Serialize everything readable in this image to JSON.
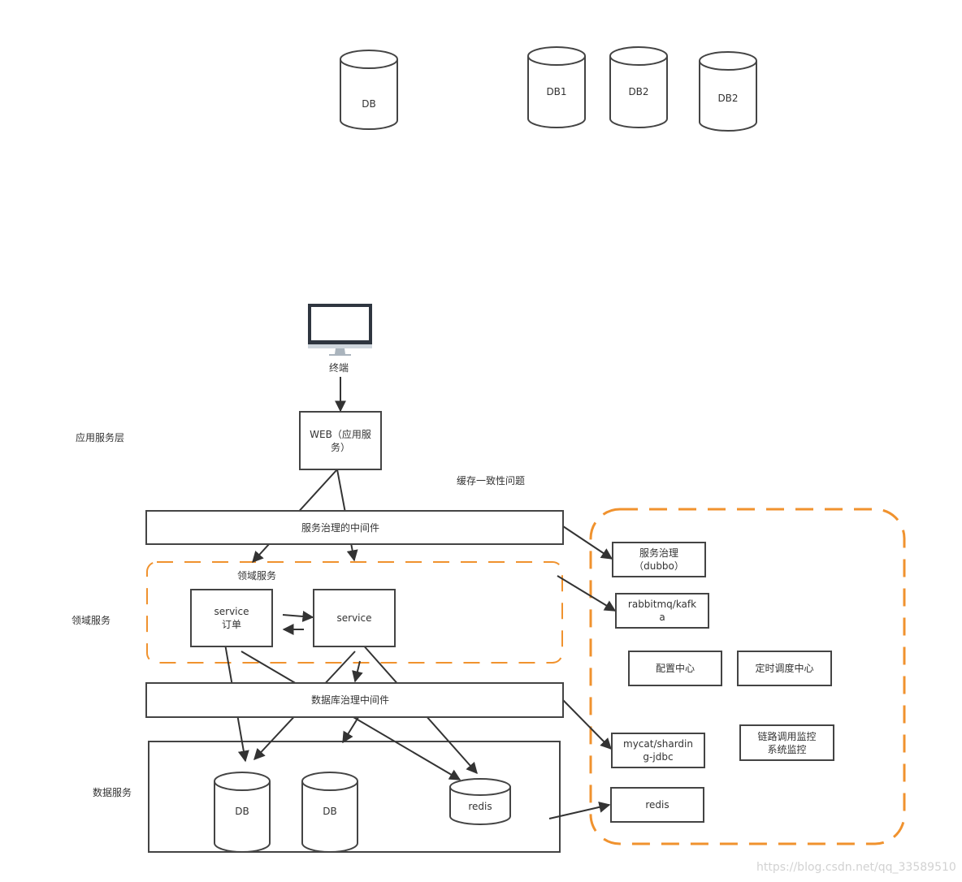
{
  "top_databases": [
    {
      "label": "DB"
    },
    {
      "label": "DB1"
    },
    {
      "label": "DB2"
    },
    {
      "label": "DB2"
    }
  ],
  "terminal": {
    "icon": "monitor-icon",
    "label": "终端"
  },
  "layers": {
    "app_layer": "应用服务层",
    "domain_layer": "领域服务",
    "data_layer": "数据服务"
  },
  "web_box": {
    "label": "WEB（应用服务）",
    "line1": "WEB（应用服",
    "line2": "务）"
  },
  "cache_note": "缓存一致性问题",
  "service_mw": {
    "label": "服务治理的中间件"
  },
  "domain_group": {
    "label": "领域服务"
  },
  "service_order": {
    "line1": "service",
    "line2": "订单"
  },
  "service_other": {
    "label": "service"
  },
  "db_mw": {
    "label": "数据库治理中间件"
  },
  "data_group": {
    "stores": [
      {
        "label": "DB"
      },
      {
        "label": "DB"
      },
      {
        "label": "redis"
      }
    ]
  },
  "middleware_panel": {
    "items": [
      {
        "line1": "服务治理",
        "line2": "（dubbo）"
      },
      {
        "line1": "rabbitmq/kafk",
        "line2": "a"
      },
      {
        "line1": "配置中心"
      },
      {
        "line1": "定时调度中心"
      },
      {
        "line1": "mycat/shardin",
        "line2": "g-jdbc"
      },
      {
        "line1": "链路调用监控",
        "line2": "系统监控"
      },
      {
        "line1": "redis"
      }
    ]
  },
  "colors": {
    "stroke": "#444444",
    "accent_dash": "#F0922E",
    "text": "#333333",
    "watermark": "#d2d2d2"
  },
  "watermark": "https://blog.csdn.net/qq_33589510"
}
